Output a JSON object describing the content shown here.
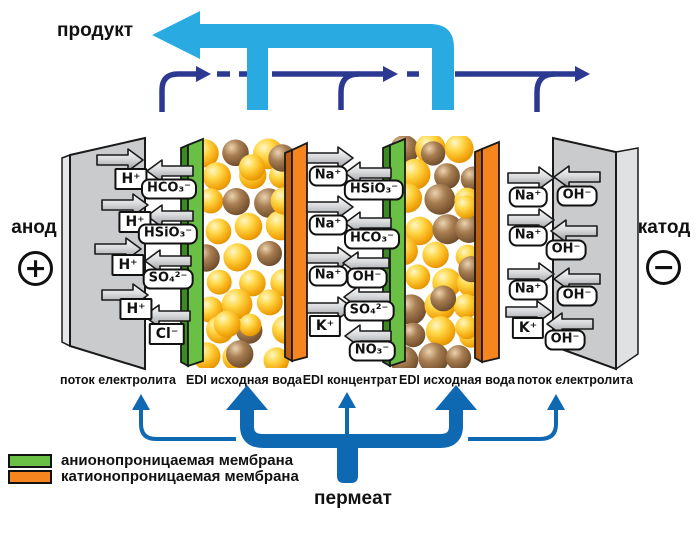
{
  "labels": {
    "product": "продукт",
    "permeate": "пермеат",
    "anode": "анод",
    "anode_sign": "+",
    "cathode": "катод",
    "cathode_sign": "−"
  },
  "streams": [
    {
      "label": "поток електролита"
    },
    {
      "label": "EDI исходная вода"
    },
    {
      "label": "EDI концентрат"
    },
    {
      "label": "EDI исходная вода"
    },
    {
      "label": "поток електролита"
    }
  ],
  "legend": [
    {
      "color": "#6abf45",
      "label": "анионопроницаемая мембрана"
    },
    {
      "color": "#f6851f",
      "label": "катионопроницаемая мембрана"
    }
  ],
  "ions": {
    "left_channel": {
      "cations": [
        "H⁺",
        "H⁺",
        "H⁺",
        "H⁺"
      ],
      "anions": [
        "HCO₃⁻",
        "HSiO₃⁻",
        "SO₄²⁻",
        "Cl⁻"
      ]
    },
    "center_channel": {
      "cations": [
        "Na⁺",
        "Na⁺",
        "Na⁺",
        "K⁺"
      ],
      "anions": [
        "HSiO₃⁻",
        "HCO₃⁻",
        "OH⁻",
        "SO₄²⁻",
        "NO₃⁻"
      ]
    },
    "right_channel": {
      "cations": [
        "Na⁺",
        "Na⁺",
        "Na⁺",
        "K⁺"
      ],
      "anions": [
        "OH⁻",
        "OH⁻",
        "OH⁻",
        "OH⁻"
      ]
    }
  },
  "colors": {
    "product_flow": "#29abe2",
    "concentrate_flow": "#2b3990",
    "permeate_flow": "#0e68b2",
    "anion_membrane": "#6abf45",
    "cation_membrane": "#f6851f",
    "electrode": "#c9cbcd",
    "resin_yellow": "#f3a60c",
    "resin_brown": "#8a6744"
  }
}
